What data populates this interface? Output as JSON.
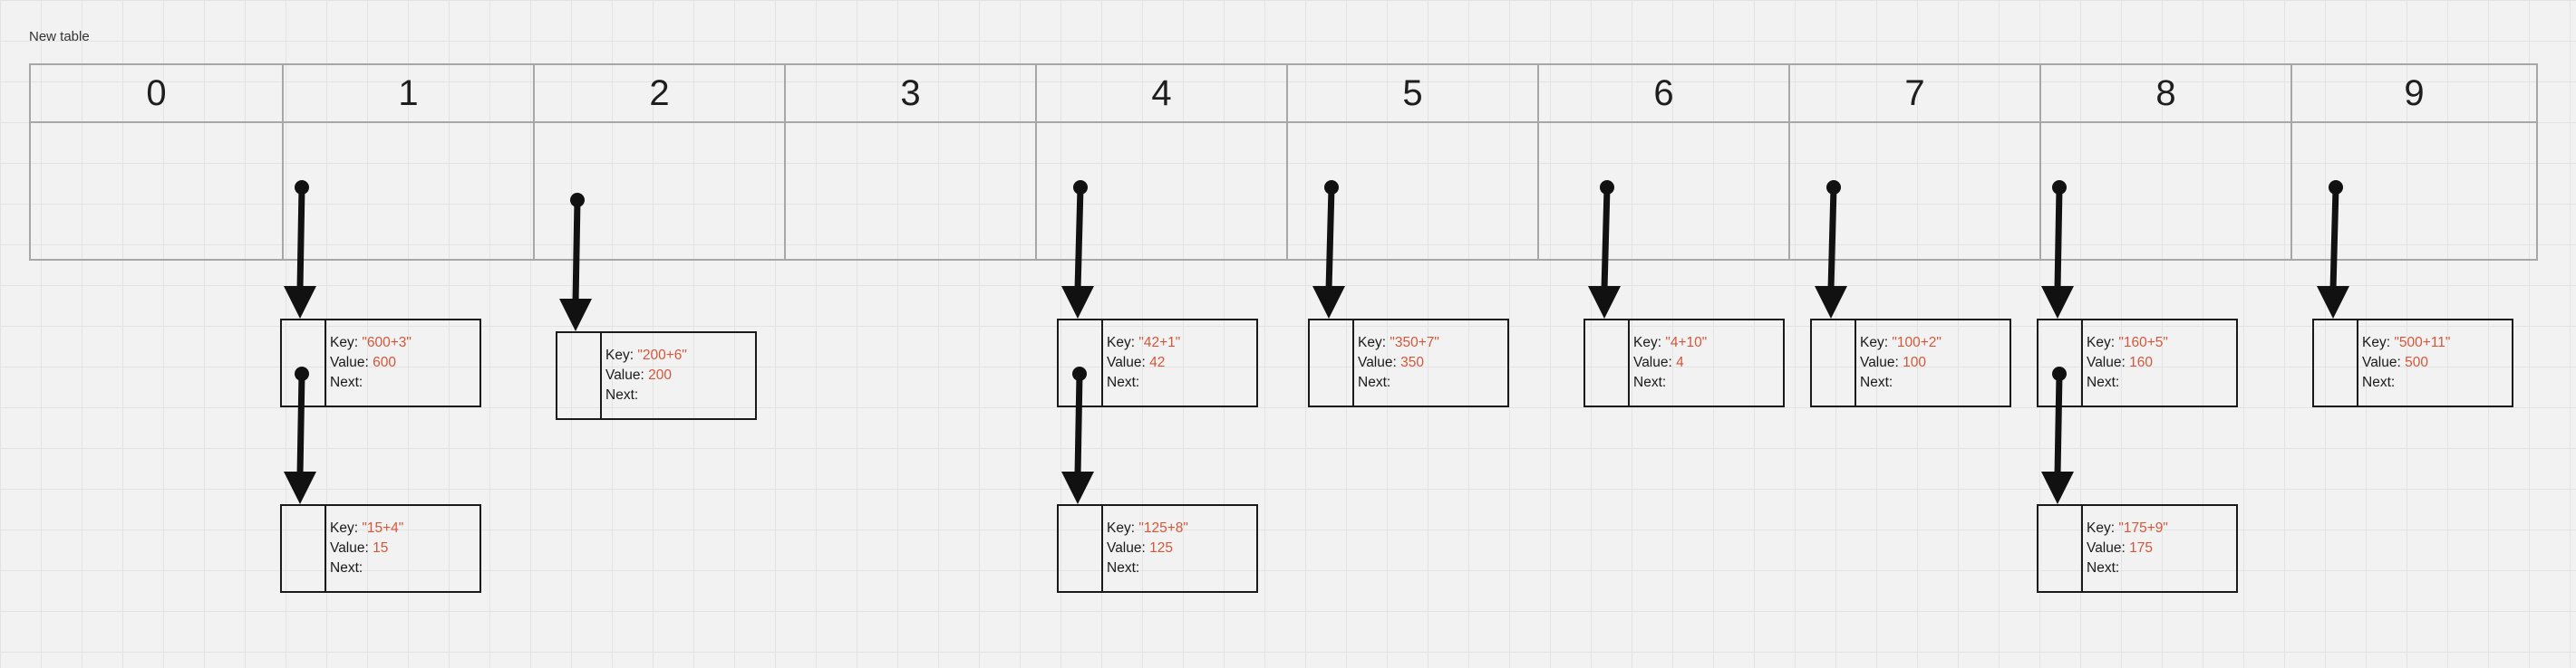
{
  "board": {
    "title": "New table"
  },
  "table": {
    "buckets": [
      "0",
      "1",
      "2",
      "3",
      "4",
      "5",
      "6",
      "7",
      "8",
      "9"
    ]
  },
  "labels": {
    "key": "Key:",
    "value": "Value:",
    "next": "Next:"
  },
  "nodes": [
    {
      "bucket": 1,
      "depth": 0,
      "key": "\"600+3\"",
      "value": "600"
    },
    {
      "bucket": 1,
      "depth": 1,
      "key": "\"15+4\"",
      "value": "15"
    },
    {
      "bucket": 2,
      "depth": 0,
      "key": "\"200+6\"",
      "value": "200"
    },
    {
      "bucket": 4,
      "depth": 0,
      "key": "\"42+1\"",
      "value": "42"
    },
    {
      "bucket": 4,
      "depth": 1,
      "key": "\"125+8\"",
      "value": "125"
    },
    {
      "bucket": 5,
      "depth": 0,
      "key": "\"350+7\"",
      "value": "350"
    },
    {
      "bucket": 6,
      "depth": 0,
      "key": "\"4+10\"",
      "value": "4"
    },
    {
      "bucket": 7,
      "depth": 0,
      "key": "\"100+2\"",
      "value": "100"
    },
    {
      "bucket": 8,
      "depth": 0,
      "key": "\"160+5\"",
      "value": "160"
    },
    {
      "bucket": 8,
      "depth": 1,
      "key": "\"175+9\"",
      "value": "175"
    },
    {
      "bucket": 9,
      "depth": 0,
      "key": "\"500+11\"",
      "value": "500"
    }
  ],
  "colors": {
    "value_text": "#d4573a",
    "grid_line": "#a7a7a7",
    "arrow": "#111111"
  }
}
